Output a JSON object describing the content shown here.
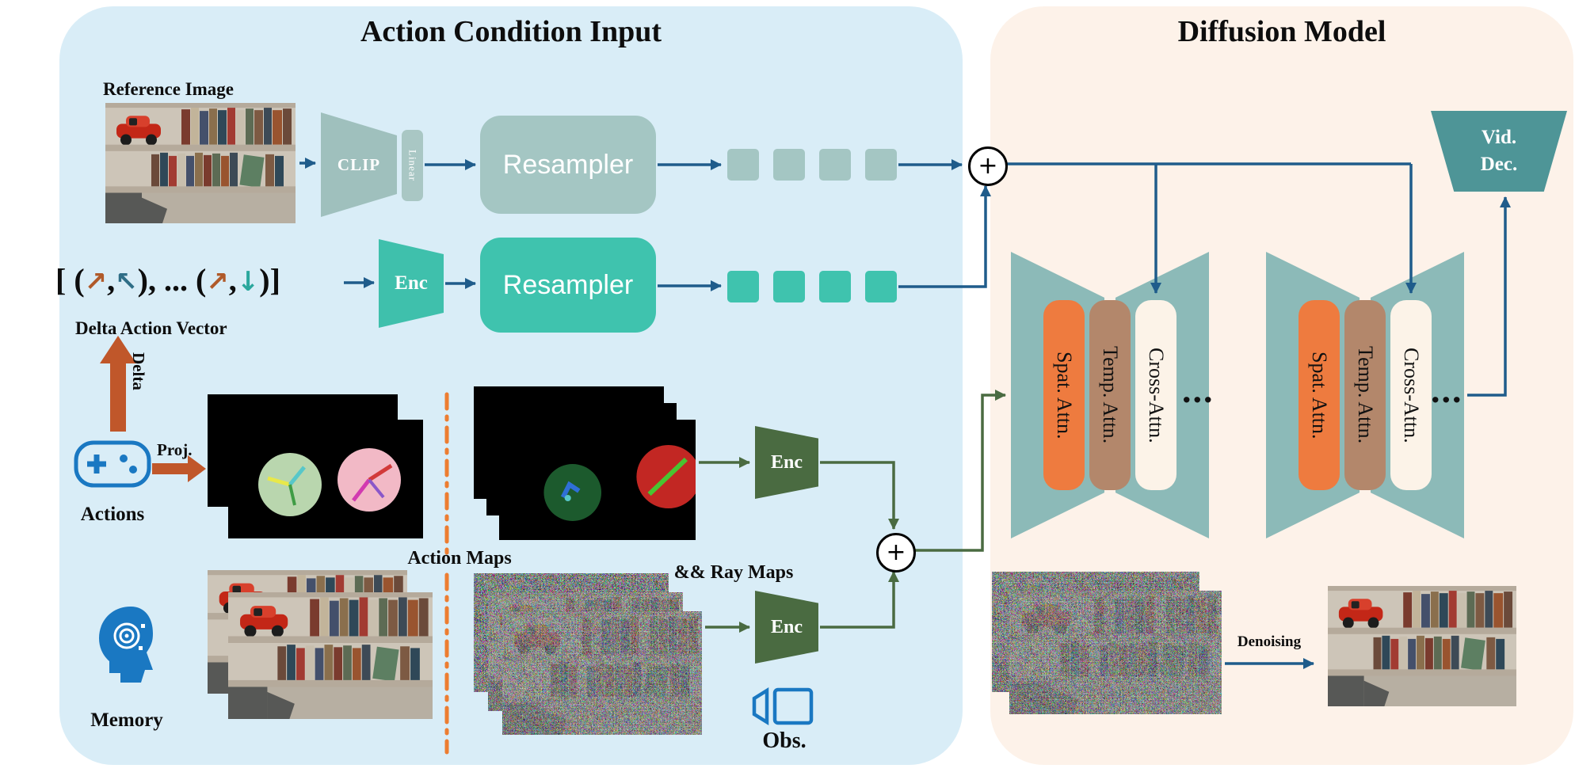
{
  "left_panel": {
    "title": "Action Condition Input",
    "reference_image_label": "Reference Image",
    "clip_label": "CLIP",
    "linear_label": "Linear",
    "resampler_top": "Resampler",
    "resampler_bottom": "Resampler",
    "enc_action": "Enc",
    "enc_ray": "Enc",
    "enc_obs": "Enc",
    "delta_expression": {
      "open": "[ (",
      "arrow1": "↗",
      "comma1": ",",
      "arrow2": "↖",
      "middle": "), ... (",
      "arrow3": "↗",
      "comma2": ",",
      "arrow4": "↓",
      "close": ")]"
    },
    "delta_action_vector_label": "Delta Action Vector",
    "delta_arrow_label": "Delta",
    "proj_label": "Proj.",
    "actions_label": "Actions",
    "action_maps_label": "Action Maps",
    "ray_maps_label": "&& Ray Maps",
    "memory_label": "Memory",
    "obs_label": "Obs."
  },
  "right_panel": {
    "title": "Diffusion Model",
    "unet_blocks": [
      {
        "layers": [
          {
            "label": "Spat. Attn.",
            "color": "#ee7b3f"
          },
          {
            "label": "Temp. Attn.",
            "color": "#b3876b"
          },
          {
            "label": "Cross-Attn.",
            "color": "#fcf3e8"
          }
        ],
        "ellipsis": "..."
      },
      {
        "layers": [
          {
            "label": "Spat. Attn.",
            "color": "#ee7b3f"
          },
          {
            "label": "Temp. Attn.",
            "color": "#b3876b"
          },
          {
            "label": "Cross-Attn.",
            "color": "#fcf3e8"
          }
        ],
        "ellipsis": "..."
      }
    ],
    "vid_dec_line1": "Vid.",
    "vid_dec_line2": "Dec.",
    "denoising_label": "Denoising"
  },
  "operators": {
    "sum_top": "+",
    "sum_bottom": "+"
  },
  "colors": {
    "panel_left_bg": "#d9edf7",
    "panel_right_bg": "#fdf2e9",
    "arrow_blue": "#1f5c8b",
    "arrow_green": "#4a6b41",
    "arrow_orange": "#c0572a",
    "divider_orange": "#ed7d31",
    "clip_sage": "#9fc0bd",
    "resampler_sage": "#a4c6c3",
    "resampler_teal": "#3fc3ae",
    "enc_dark_green": "#4a6b41",
    "unet_teal": "#8cbab8",
    "spat_orange": "#ee7b3f",
    "temp_brown": "#b3876b",
    "cross_cream": "#fcf3e8",
    "vid_dec_teal": "#4e9597",
    "icon_blue": "#1a78c2"
  }
}
